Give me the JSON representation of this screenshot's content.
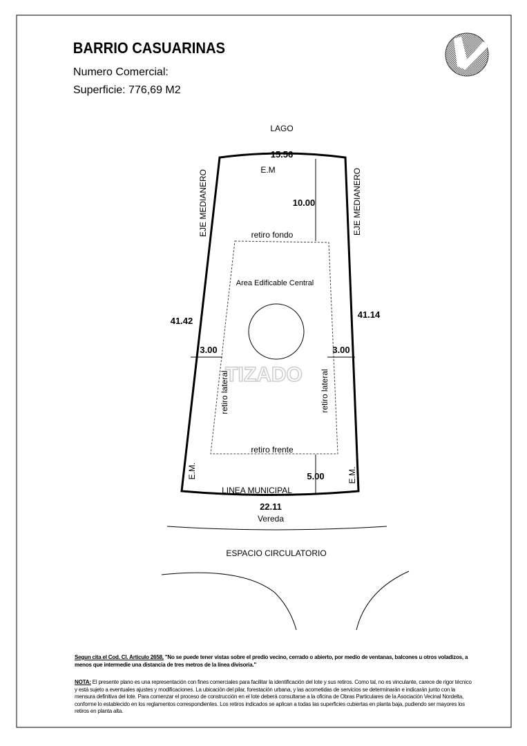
{
  "header": {
    "title": "BARRIO CASUARINAS",
    "numero_comercial": "Numero Comercial:",
    "superficie": "Superficie: 776,69 M2"
  },
  "plan": {
    "lago": "LAGO",
    "top_dimension": "15.56",
    "em_top": "E.M",
    "fondo_depth": "10.00",
    "retiro_fondo": "retiro fondo",
    "eje_left": "EJE MEDIANERO",
    "eje_right": "EJE MEDIANERO",
    "area_edificable": "Area Edificable Central",
    "left_dimension": "41.42",
    "right_dimension": "41.14",
    "lateral_left": "3.00",
    "lateral_right": "3.00",
    "retiro_lateral_left": "retiro lateral",
    "retiro_lateral_right": "retiro lateral",
    "watermark": "TIZADO",
    "retiro_frente": "retiro frente",
    "frente_depth": "5.00",
    "em_left": "E.M.",
    "em_right": "E.M.",
    "linea_municipal": "LINEA MUNICIPAL",
    "bottom_dimension": "22.11",
    "vereda": "Vereda",
    "espacio_circulatorio": "ESPACIO CIRCULATORIO"
  },
  "notes": {
    "cita_label": "Segun cita el Cod. Cl. Articulo 2658,",
    "cita_text": " \"No se puede tener vistas sobre el predio vecino, cerrado o abierto, por medio de ventanas, balcones u otros voladizos, a menos que intermedie una distancia de tres metros de la línea divisoria.\"",
    "nota_label": "NOTA:",
    "nota_text": " El presente plano es una representación con fines comerciales para facilitar la identificación del lote y sus retiros. Como tal, no es vinculante, carece de rigor técnico y está sujeto a eventuales ajustes y modificaciones. La ubicación del pilar, forestación urbana, y las acometidas de servicios se determinarán e indicarán junto con la mensura definitiva del lote. Para comenzar el proceso de construcción en el lote deberá consultarse a la oficina de Obras Particulares de la Asociación Vecinal Nordelta, conforme lo establecido en los reglamentos correspondientes. Los retiros indicados se aplican a todas las superficies cubiertas en planta baja, pudiendo ser mayores los retiros en planta alta."
  }
}
